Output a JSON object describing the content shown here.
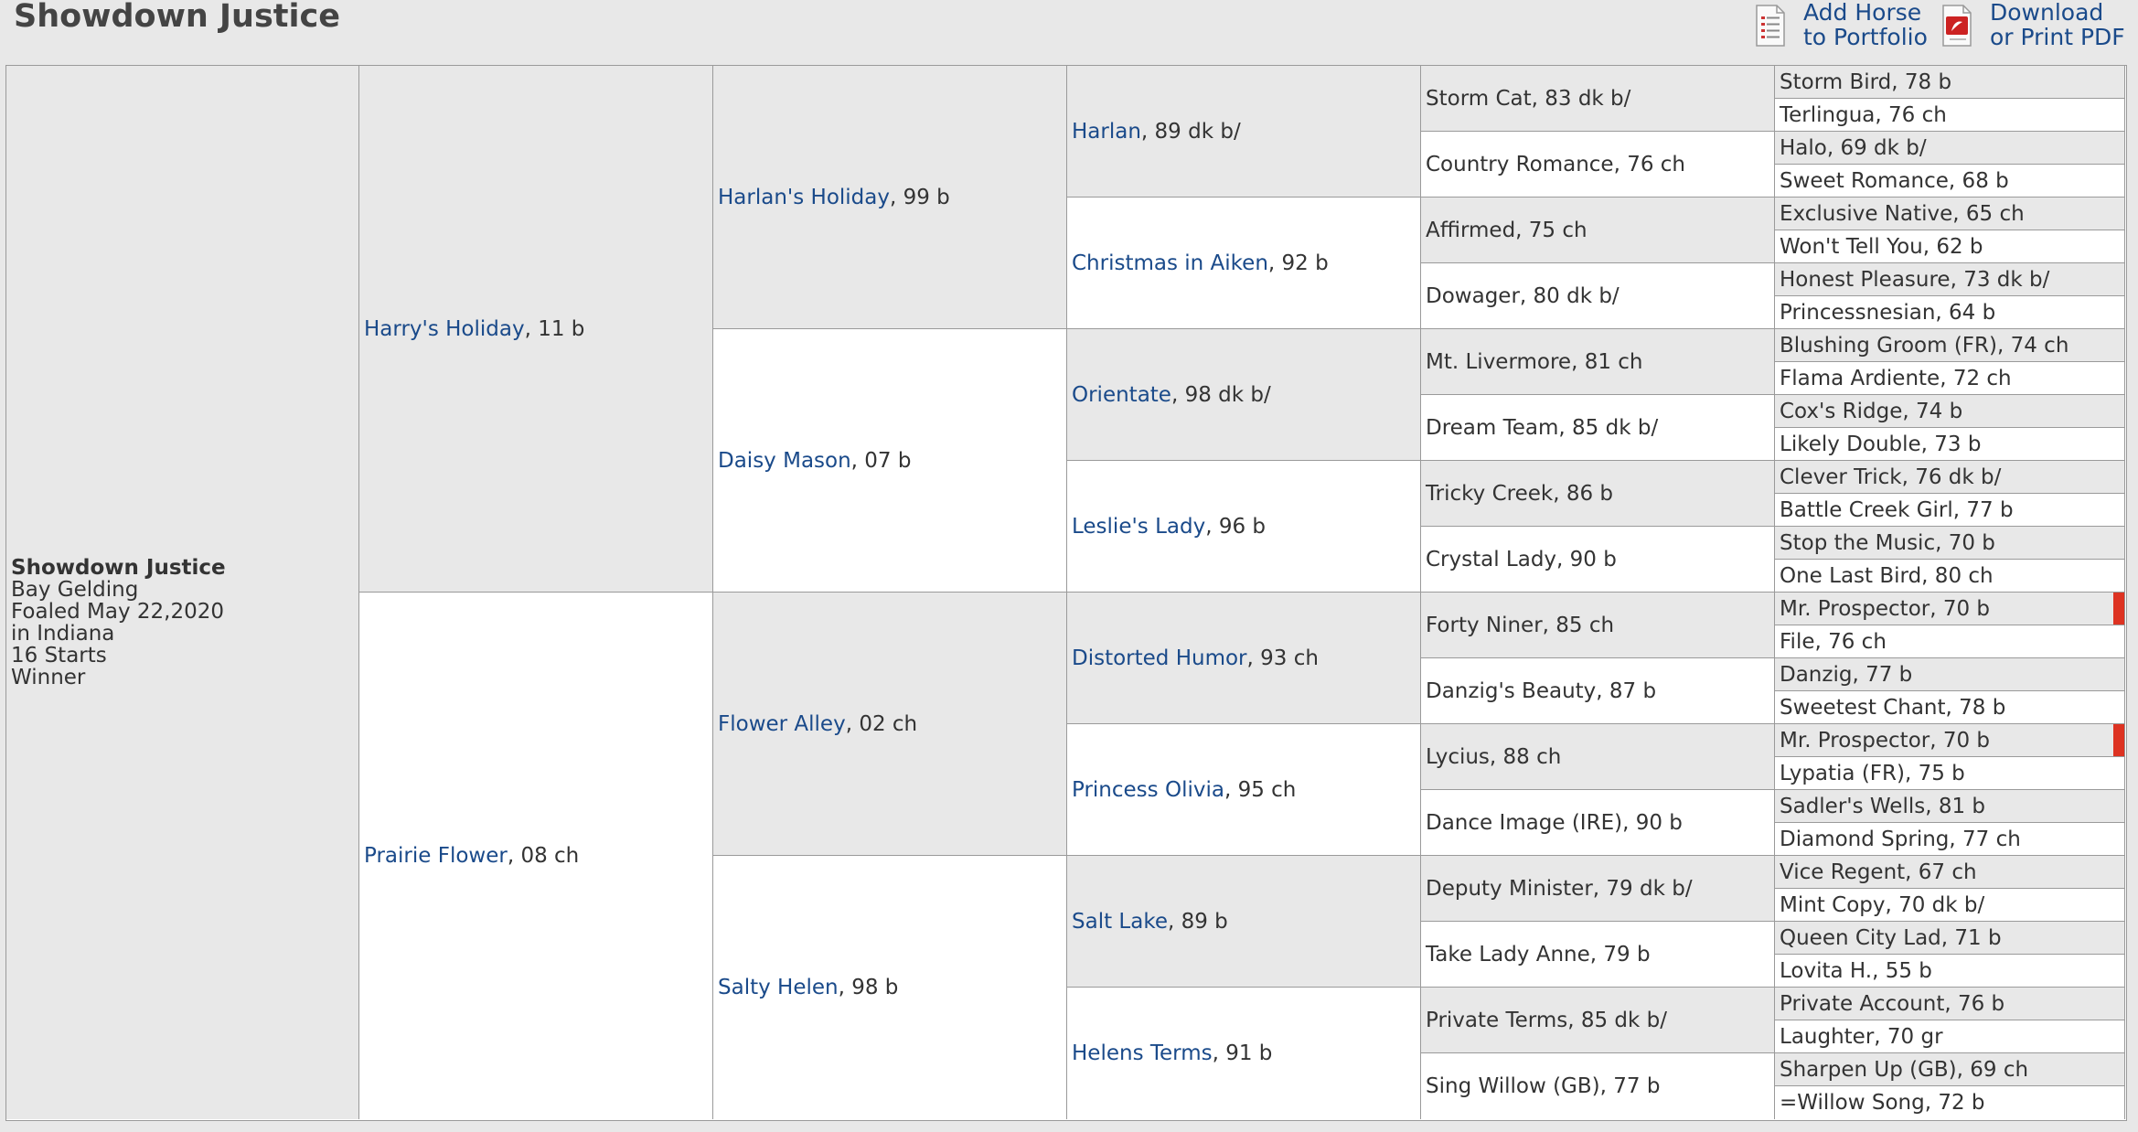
{
  "title": "Showdown Justice",
  "actions": {
    "portfolio": {
      "line1": "Add Horse",
      "line2": "to Portfolio",
      "icon": "document-list-icon"
    },
    "pdf": {
      "line1": "Download",
      "line2": "or Print PDF",
      "icon": "pdf-icon"
    }
  },
  "subject": {
    "name": "Showdown Justice",
    "line2": "Bay Gelding",
    "line3": "Foaled May 22,2020",
    "line4": "in Indiana",
    "line5": "16 Starts",
    "line6": "Winner"
  },
  "gen1": [
    {
      "name": "Harry's Holiday",
      "info": ", 11 b"
    },
    {
      "name": "Prairie Flower",
      "info": ", 08 ch"
    }
  ],
  "gen2": [
    {
      "name": "Harlan's Holiday",
      "info": ", 99 b"
    },
    {
      "name": "Daisy Mason",
      "info": ", 07 b"
    },
    {
      "name": "Flower Alley",
      "info": ", 02 ch"
    },
    {
      "name": "Salty Helen",
      "info": ", 98 b"
    }
  ],
  "gen3": [
    {
      "name": "Harlan",
      "info": ", 89 dk b/"
    },
    {
      "name": "Christmas in Aiken",
      "info": ", 92 b"
    },
    {
      "name": "Orientate",
      "info": ", 98 dk b/"
    },
    {
      "name": "Leslie's Lady",
      "info": ", 96 b"
    },
    {
      "name": "Distorted Humor",
      "info": ", 93 ch"
    },
    {
      "name": "Princess Olivia",
      "info": ", 95 ch"
    },
    {
      "name": "Salt Lake",
      "info": ", 89 b"
    },
    {
      "name": "Helens Terms",
      "info": ", 91 b"
    }
  ],
  "gen4": [
    "Storm Cat, 83 dk b/",
    "Country Romance, 76 ch",
    "Affirmed, 75 ch",
    "Dowager, 80 dk b/",
    "Mt. Livermore, 81 ch",
    "Dream Team, 85 dk b/",
    "Tricky Creek, 86 b",
    "Crystal Lady, 90 b",
    "Forty Niner, 85 ch",
    "Danzig's Beauty, 87 b",
    "Lycius, 88 ch",
    "Dance Image (IRE), 90 b",
    "Deputy Minister, 79 dk b/",
    "Take Lady Anne, 79 b",
    "Private Terms, 85 dk b/",
    "Sing Willow (GB), 77 b"
  ],
  "gen5": [
    {
      "text": "Storm Bird, 78 b",
      "marked": false
    },
    {
      "text": "Terlingua, 76 ch",
      "marked": false
    },
    {
      "text": "Halo, 69 dk b/",
      "marked": false
    },
    {
      "text": "Sweet Romance, 68 b",
      "marked": false
    },
    {
      "text": "Exclusive Native, 65 ch",
      "marked": false
    },
    {
      "text": "Won't Tell You, 62 b",
      "marked": false
    },
    {
      "text": "Honest Pleasure, 73 dk b/",
      "marked": false
    },
    {
      "text": "Princessnesian, 64 b",
      "marked": false
    },
    {
      "text": "Blushing Groom (FR), 74 ch",
      "marked": false
    },
    {
      "text": "Flama Ardiente, 72 ch",
      "marked": false
    },
    {
      "text": "Cox's Ridge, 74 b",
      "marked": false
    },
    {
      "text": "Likely Double, 73 b",
      "marked": false
    },
    {
      "text": "Clever Trick, 76 dk b/",
      "marked": false
    },
    {
      "text": "Battle Creek Girl, 77 b",
      "marked": false
    },
    {
      "text": "Stop the Music, 70 b",
      "marked": false
    },
    {
      "text": "One Last Bird, 80 ch",
      "marked": false
    },
    {
      "text": "Mr. Prospector, 70 b",
      "marked": true
    },
    {
      "text": "File, 76 ch",
      "marked": false
    },
    {
      "text": "Danzig, 77 b",
      "marked": false
    },
    {
      "text": "Sweetest Chant, 78 b",
      "marked": false
    },
    {
      "text": "Mr. Prospector, 70 b",
      "marked": true
    },
    {
      "text": "Lypatia (FR), 75 b",
      "marked": false
    },
    {
      "text": "Sadler's Wells, 81 b",
      "marked": false
    },
    {
      "text": "Diamond Spring, 77 ch",
      "marked": false
    },
    {
      "text": "Vice Regent, 67 ch",
      "marked": false
    },
    {
      "text": "Mint Copy, 70 dk b/",
      "marked": false
    },
    {
      "text": "Queen City Lad, 71 b",
      "marked": false
    },
    {
      "text": "Lovita H., 55 b",
      "marked": false
    },
    {
      "text": "Private Account, 76 b",
      "marked": false
    },
    {
      "text": "Laughter, 70 gr",
      "marked": false
    },
    {
      "text": "Sharpen Up (GB), 69 ch",
      "marked": false
    },
    {
      "text": "=Willow Song, 72 b",
      "marked": false
    }
  ],
  "colors": {
    "link": "#1a4a8a",
    "shade": "#e8e8e8",
    "marker": "#dd3322",
    "pdf_red": "#cc2222"
  }
}
